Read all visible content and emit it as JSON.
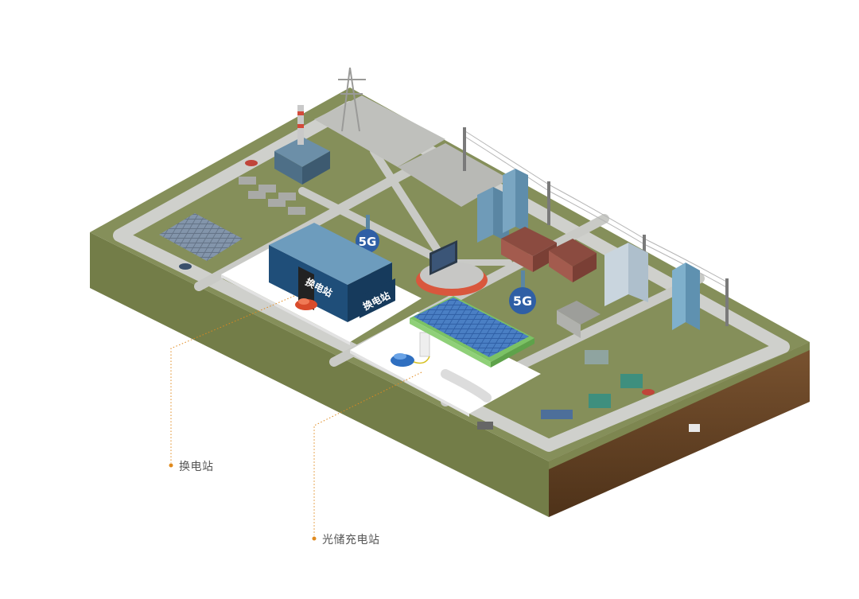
{
  "diagram": {
    "roof_sign_text": "换电站",
    "front_sign_text": "换电站",
    "tower_badge_1": "5G",
    "tower_badge_2": "5G"
  },
  "callouts": [
    {
      "id": "swap-station",
      "label": "换电站"
    },
    {
      "id": "pv-storage-charging-station",
      "label": "光储充电站"
    }
  ],
  "colors": {
    "accent": "#E08A1E",
    "ground_top": "#858F5A",
    "ground_side": "#6E7744",
    "soil": "#6B4A2A",
    "road": "#C6C7C3",
    "station_blue": "#2E6F9E",
    "solar_green": "#7BC265"
  }
}
